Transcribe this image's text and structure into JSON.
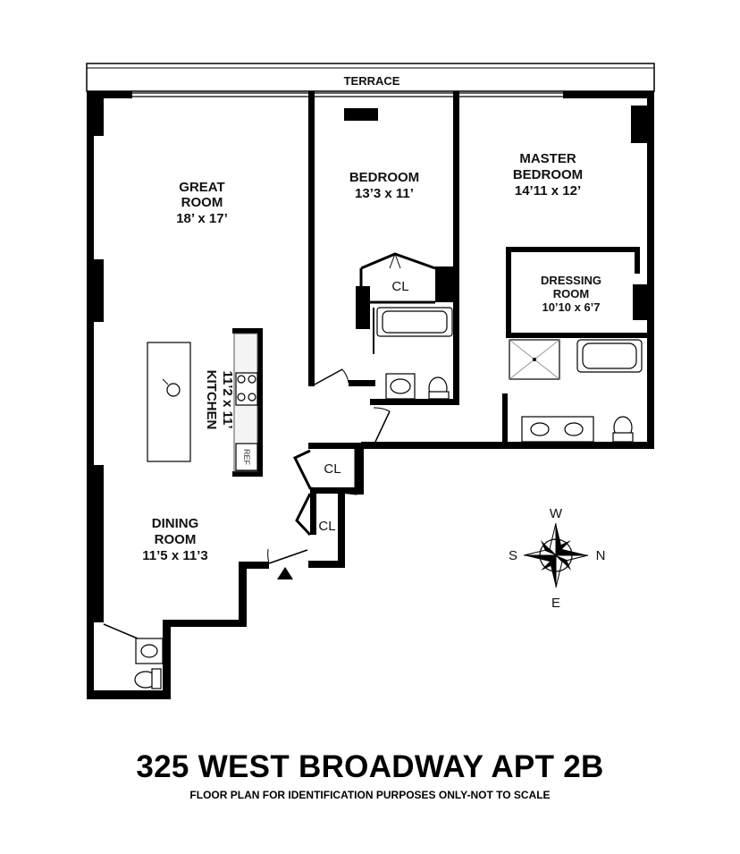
{
  "rooms": {
    "terrace": "TERRACE",
    "great_room": {
      "name_line1": "GREAT",
      "name_line2": "ROOM",
      "size": "18’ x 17’"
    },
    "bedroom": {
      "name": "BEDROOM",
      "size": "13’3 x 11’"
    },
    "master_bedroom": {
      "name_line1": "MASTER",
      "name_line2": "BEDROOM",
      "size": "14’11 x 12’"
    },
    "dressing_room": {
      "name_line1": "DRESSING",
      "name_line2": "ROOM",
      "size": "10’10 x 6’7"
    },
    "kitchen": {
      "name": "KITCHEN",
      "size": "11’2 x 11’",
      "ref": "REF"
    },
    "dining_room": {
      "name_line1": "DINING",
      "name_line2": "ROOM",
      "size": "11’5 x 11’3"
    },
    "closets": [
      "CL",
      "CL",
      "CL"
    ]
  },
  "compass": {
    "north": "N",
    "south": "S",
    "east": "E",
    "west": "W"
  },
  "footer": {
    "title": "325 WEST BROADWAY APT 2B",
    "disclaimer": "FLOOR PLAN FOR IDENTIFICATION PURPOSES ONLY-NOT TO SCALE"
  }
}
